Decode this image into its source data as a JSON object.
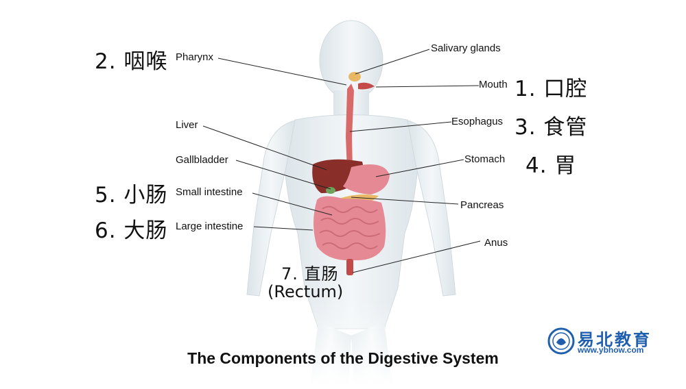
{
  "title": "The Components of the Digestive System",
  "labels": {
    "pharynx": "Pharynx",
    "salivary_glands": "Salivary glands",
    "mouth": "Mouth",
    "esophagus": "Esophagus",
    "liver": "Liver",
    "gallbladder": "Gallbladder",
    "stomach": "Stomach",
    "small_intestine": "Small intestine",
    "pancreas": "Pancreas",
    "large_intestine": "Large intestine",
    "anus": "Anus"
  },
  "chinese_labels": {
    "mouth": "1. 口腔",
    "pharynx": "2. 咽喉",
    "esophagus": "3. 食管",
    "stomach": "4. 胃",
    "small_intestine": "5. 小肠",
    "large_intestine": "6. 大肠",
    "rectum": "7. 直肠",
    "rectum_en": "(Rectum)"
  },
  "logo": {
    "brand": "易北教育",
    "url": "www.ybhow.com",
    "color": "#1f5fae"
  },
  "colors": {
    "body": "#e4ecf0",
    "organ_red": "#c44a4a",
    "liver": "#8a2e2a",
    "intestine": "#e58a94",
    "pancreas": "#e9b866"
  }
}
